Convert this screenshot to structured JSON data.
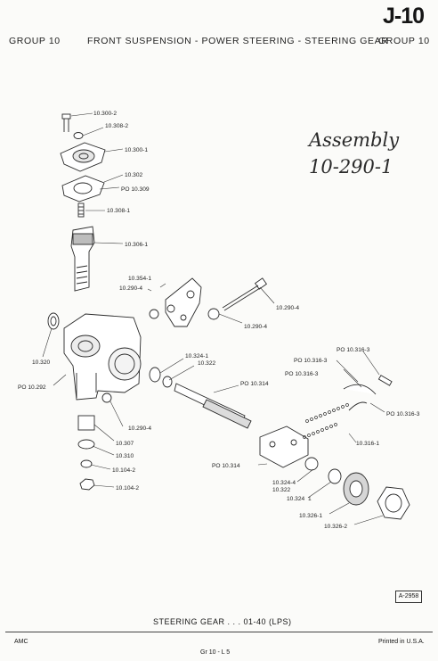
{
  "header": {
    "page_number": "J-10",
    "group_left": "GROUP 10",
    "section_title": "FRONT SUSPENSION - POWER STEERING - STEERING GEAR",
    "group_right": "GROUP 10"
  },
  "handwritten_note": {
    "line1": "Assembly",
    "line2": "10-290-1"
  },
  "parts": [
    {
      "id": "l1",
      "text": "10.300-2"
    },
    {
      "id": "l2",
      "text": "10.308-2"
    },
    {
      "id": "l3",
      "text": "10.300-1"
    },
    {
      "id": "l4",
      "text": "10.302"
    },
    {
      "id": "l5",
      "text": "PO 10.309"
    },
    {
      "id": "l6",
      "text": "10.308-1"
    },
    {
      "id": "l7",
      "text": "10.306-1"
    },
    {
      "id": "l8",
      "text": "10.354-1"
    },
    {
      "id": "l9",
      "text": "10.290-4"
    },
    {
      "id": "l10",
      "text": "10.290-4"
    },
    {
      "id": "l11",
      "text": "10.290-4"
    },
    {
      "id": "l12",
      "text": "10.320"
    },
    {
      "id": "l13",
      "text": "PO 10.292"
    },
    {
      "id": "l14",
      "text": "10.324-1"
    },
    {
      "id": "l15",
      "text": "10.322"
    },
    {
      "id": "l16",
      "text": "PO 10.314"
    },
    {
      "id": "l17",
      "text": "10.290-4"
    },
    {
      "id": "l18",
      "text": "PO 10.316-3"
    },
    {
      "id": "l19",
      "text": "PO 10.316-3"
    },
    {
      "id": "l20",
      "text": "PO 10.316-3"
    },
    {
      "id": "l21",
      "text": "PO 10.316-3"
    },
    {
      "id": "l22",
      "text": "10.316-1"
    },
    {
      "id": "l23",
      "text": "10.307"
    },
    {
      "id": "l24",
      "text": "10.310"
    },
    {
      "id": "l25",
      "text": "10.104-2"
    },
    {
      "id": "l26",
      "text": "10.104-2"
    },
    {
      "id": "l27",
      "text": "PO 10.314"
    },
    {
      "id": "l28",
      "text": "10.324-4"
    },
    {
      "id": "l29",
      "text": "10.322"
    },
    {
      "id": "l30",
      "text": "10.324"
    },
    {
      "id": "l31",
      "text": "1"
    },
    {
      "id": "l32",
      "text": "10.326-1"
    },
    {
      "id": "l33",
      "text": "10.326-2"
    }
  ],
  "figure_code": "A-2958",
  "caption": "STEERING GEAR . . . 01-40 (LPS)",
  "footer": {
    "left": "AMC",
    "right": "Printed in U.S.A.",
    "center": "Gr 10 - L 5"
  }
}
